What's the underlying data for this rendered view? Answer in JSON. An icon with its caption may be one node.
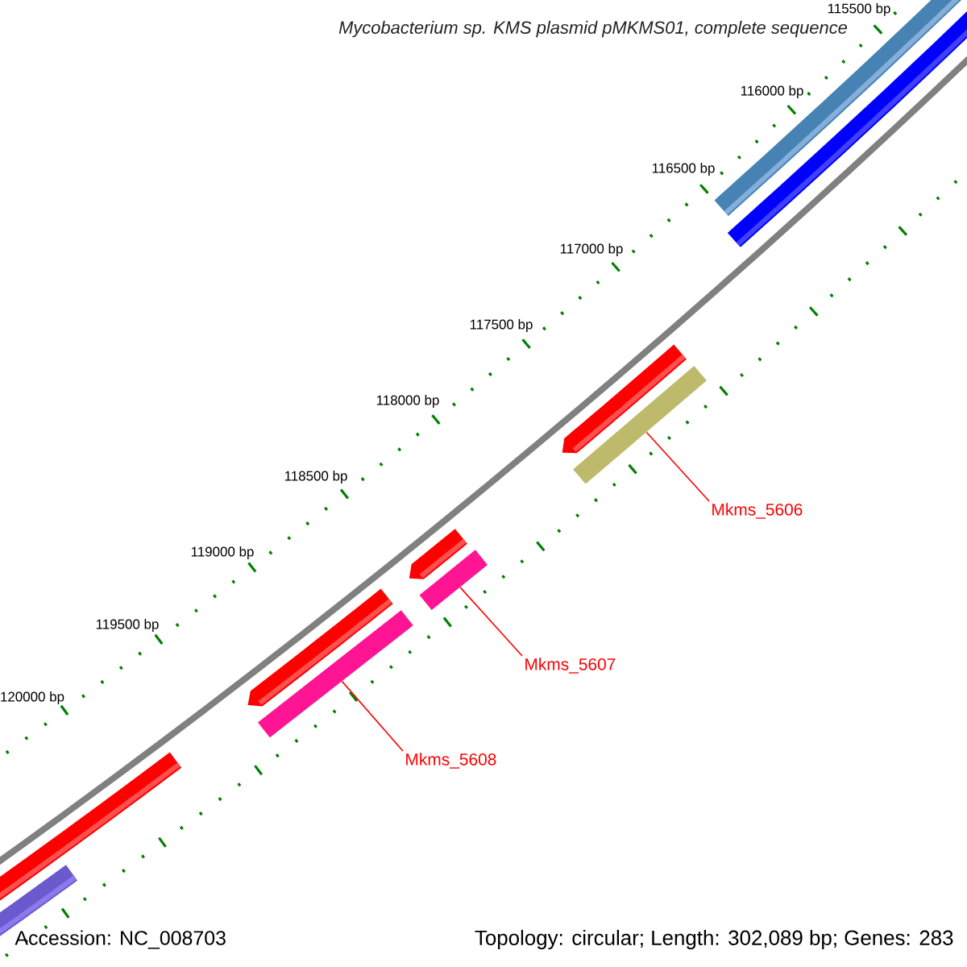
{
  "diagram": {
    "title": "Mycobacterium sp. KMS plasmid pMKMS01, complete sequence",
    "nodes": [
      {
        "text": [
          "Mkms_5606"
        ]
      },
      {
        "text": [],
        "shape": "bar"
      },
      {
        "text": [
          "Mkms_5607"
        ]
      },
      {
        "text": [],
        "shape": "bar"
      },
      {
        "text": [
          "Mkms_5608"
        ]
      },
      {
        "text": [],
        "shape": "bar"
      }
    ],
    "edges": [
      {
        "from": 0,
        "to": 1,
        "arrow": "none"
      },
      {
        "from": 2,
        "to": 3,
        "arrow": "none"
      },
      {
        "from": 4,
        "to": 5,
        "arrow": "none"
      }
    ],
    "labels": [
      "115500 bp",
      "116000 bp",
      "116500 bp",
      "117000 bp",
      "117500 bp",
      "118000 bp",
      "118500 bp",
      "119000 bp",
      "119500 bp",
      "120000 bp",
      "Accession: NC_008703",
      "Topology: circular; Length: 302,089 bp; Genes: 283"
    ]
  }
}
